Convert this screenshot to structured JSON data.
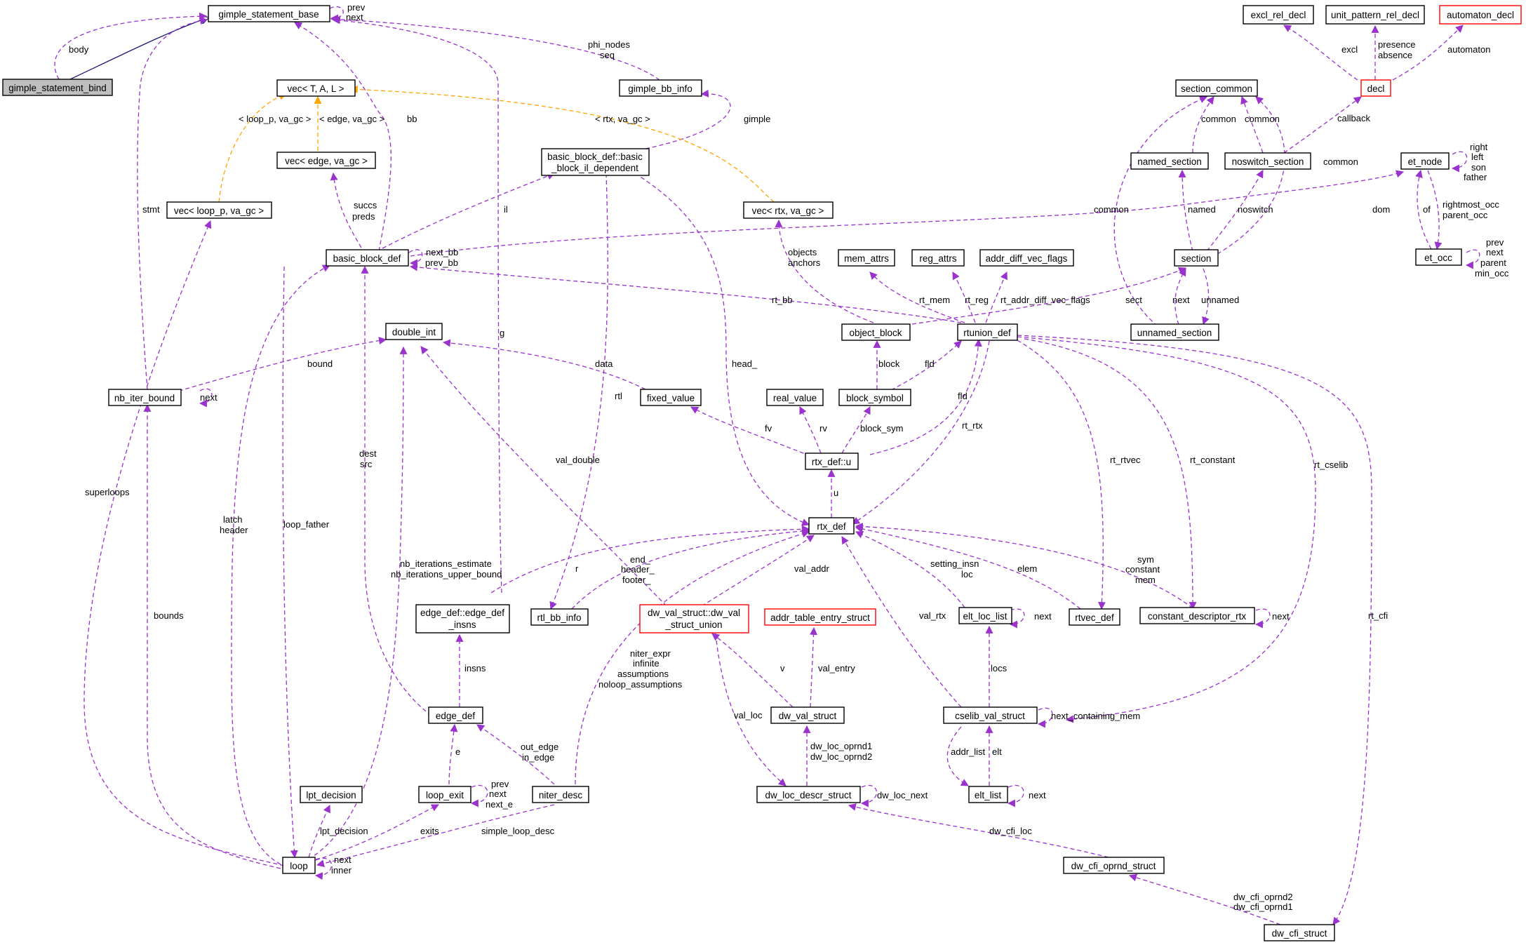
{
  "colors": {
    "member_edge": "#9a32cd",
    "template_edge": "#ffa500",
    "inherit_edge": "#191970",
    "focus_node_fill": "#bfbfbf",
    "truncated_node_border": "#ff0000"
  },
  "nodes": {
    "gimple_statement_bind": "gimple_statement_bind",
    "gimple_statement_base": "gimple_statement_base",
    "vec_T_A_L": "vec< T, A, L >",
    "gimple_bb_info": "gimple_bb_info",
    "basic_block_il_dependent_1": "basic_block_def::basic",
    "basic_block_il_dependent_2": "_block_il_dependent",
    "vec_edge": "vec< edge, va_gc >",
    "vec_loop": "vec< loop_p, va_gc >",
    "vec_rtx": "vec< rtx, va_gc >",
    "basic_block_def": "basic_block_def",
    "double_int": "double_int",
    "nb_iter_bound": "nb_iter_bound",
    "fixed_value": "fixed_value",
    "real_value": "real_value",
    "block_symbol": "block_symbol",
    "object_block": "object_block",
    "rtunion_def": "rtunion_def",
    "mem_attrs": "mem_attrs",
    "reg_attrs": "reg_attrs",
    "addr_diff_vec_flags": "addr_diff_vec_flags",
    "rtx_def_u": "rtx_def::u",
    "rtx_def": "rtx_def",
    "excl_rel_decl": "excl_rel_decl",
    "unit_pattern_rel_decl": "unit_pattern_rel_decl",
    "automaton_decl": "automaton_decl",
    "decl": "decl",
    "section_common": "section_common",
    "named_section": "named_section",
    "noswitch_section": "noswitch_section",
    "section": "section",
    "unnamed_section": "unnamed_section",
    "et_node": "et_node",
    "et_occ": "et_occ",
    "edge_def_insns_1": "edge_def::edge_def",
    "edge_def_insns_2": "_insns",
    "rtl_bb_info": "rtl_bb_info",
    "dw_val_union_1": "dw_val_struct::dw_val",
    "dw_val_union_2": "_struct_union",
    "addr_table_entry_struct": "addr_table_entry_struct",
    "elt_loc_list": "elt_loc_list",
    "rtvec_def": "rtvec_def",
    "constant_descriptor_rtx": "constant_descriptor_rtx",
    "edge_def": "edge_def",
    "dw_val_struct": "dw_val_struct",
    "cselib_val_struct": "cselib_val_struct",
    "lpt_decision": "lpt_decision",
    "loop_exit": "loop_exit",
    "niter_desc": "niter_desc",
    "dw_loc_descr_struct": "dw_loc_descr_struct",
    "elt_list": "elt_list",
    "loop": "loop",
    "dw_cfi_oprnd_struct": "dw_cfi_oprnd_struct",
    "dw_cfi_struct": "dw_cfi_struct"
  },
  "edge_labels": {
    "body": "body",
    "prev_next_1": "prev",
    "prev_next_2": "next",
    "phi_nodes_1": "phi_nodes",
    "phi_nodes_2": "seq",
    "gimple": "gimple",
    "bb": "bb",
    "loop_p_va_gc": "< loop_p, va_gc >",
    "edge_va_gc": "< edge, va_gc >",
    "rtx_va_gc": "< rtx, va_gc >",
    "stmt": "stmt",
    "succs_1": "succs",
    "succs_2": "preds",
    "il": "il",
    "next_bb_1": "next_bb",
    "next_bb_2": "prev_bb",
    "objects_1": "objects",
    "objects_2": "anchors",
    "rt_bb": "rt_bb",
    "g": "g",
    "bound": "bound",
    "nb_next": "next",
    "data": "data",
    "head": "head_",
    "rtl": "rtl",
    "superloops": "superloops",
    "dest_1": "dest",
    "dest_2": "src",
    "latch_1": "latch",
    "latch_2": "header",
    "loop_father": "loop_father",
    "bounds": "bounds",
    "nb_iter_1": "nb_iterations_estimate",
    "nb_iter_2": "nb_iterations_upper_bound",
    "r": "r",
    "end_1": "end_",
    "end_2": "header_",
    "end_3": "footer_",
    "val_double": "val_double",
    "val_addr": "val_addr",
    "fv": "fv",
    "rv": "rv",
    "block_sym": "block_sym",
    "block": "block",
    "fld_1": "fld",
    "fld_2": "fld",
    "rt_mem": "rt_mem",
    "rt_reg": "rt_reg",
    "rt_addr_diff_vec_flags": "rt_addr_diff_vec_flags",
    "sect": "sect",
    "rt_rtx": "rt_rtx",
    "u": "u",
    "rt_rtvec": "rt_rtvec",
    "rt_constant": "rt_constant",
    "rt_cselib": "rt_cselib",
    "rt_cfi": "rt_cfi",
    "excl": "excl",
    "presence_1": "presence",
    "presence_2": "absence",
    "automaton": "automaton",
    "callback": "callback",
    "common_1": "common",
    "common_2": "common",
    "common_3": "common",
    "common_4": "common",
    "named": "named",
    "noswitch": "noswitch",
    "sec_next": "next",
    "unnamed": "unnamed",
    "dom": "dom",
    "et_self_1": "right",
    "et_self_2": "left",
    "et_self_3": "son",
    "et_self_4": "father",
    "of": "of",
    "rightmost_1": "rightmost_occ",
    "rightmost_2": "parent_occ",
    "occ_self_1": "prev",
    "occ_self_2": "next",
    "occ_self_3": "parent",
    "occ_self_4": "min_occ",
    "insns": "insns",
    "niter_1": "niter_expr",
    "niter_2": "infinite",
    "niter_3": "assumptions",
    "niter_4": "noloop_assumptions",
    "v": "v",
    "val_entry": "val_entry",
    "val_loc": "val_loc",
    "val_rtx": "val_rtx",
    "setting_1": "setting_insn",
    "setting_2": "loc",
    "elem": "elem",
    "sym_1": "sym",
    "sym_2": "constant",
    "sym_3": "mem",
    "elt_loc_next": "next",
    "cdr_next": "next",
    "locs": "locs",
    "next_containing_mem": "next_containing_mem",
    "e": "e",
    "out_edge_1": "out_edge",
    "out_edge_2": "in_edge",
    "loop_exit_1": "prev",
    "loop_exit_2": "next",
    "loop_exit_3": "next_e",
    "oprnd_1": "dw_loc_oprnd1",
    "oprnd_2": "dw_loc_oprnd2",
    "dw_loc_next": "dw_loc_next",
    "addr_list": "addr_list",
    "elt": "elt",
    "elt_list_next": "next",
    "lpt_decision": "lpt_decision",
    "exits": "exits",
    "simple_loop_desc": "simple_loop_desc",
    "loop_self_1": "next",
    "loop_self_2": "inner",
    "dw_cfi_loc": "dw_cfi_loc",
    "cfi_oprnd_1": "dw_cfi_oprnd2",
    "cfi_oprnd_2": "dw_cfi_oprnd1"
  }
}
